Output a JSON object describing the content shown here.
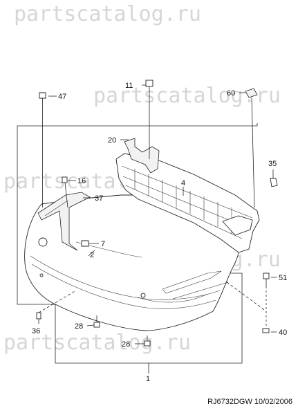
{
  "watermark": "partscatalog.ru",
  "reference": "RJ6732DGW 10/02/2006",
  "callouts": {
    "c1": "1",
    "c2": "2",
    "c4": "4",
    "c7": "7",
    "c11": "11",
    "c16": "16",
    "c20": "20",
    "c28a": "28",
    "c28b": "28",
    "c35": "35",
    "c36": "36",
    "c37": "37",
    "c40": "40",
    "c47": "47",
    "c51": "51",
    "c60": "60"
  }
}
